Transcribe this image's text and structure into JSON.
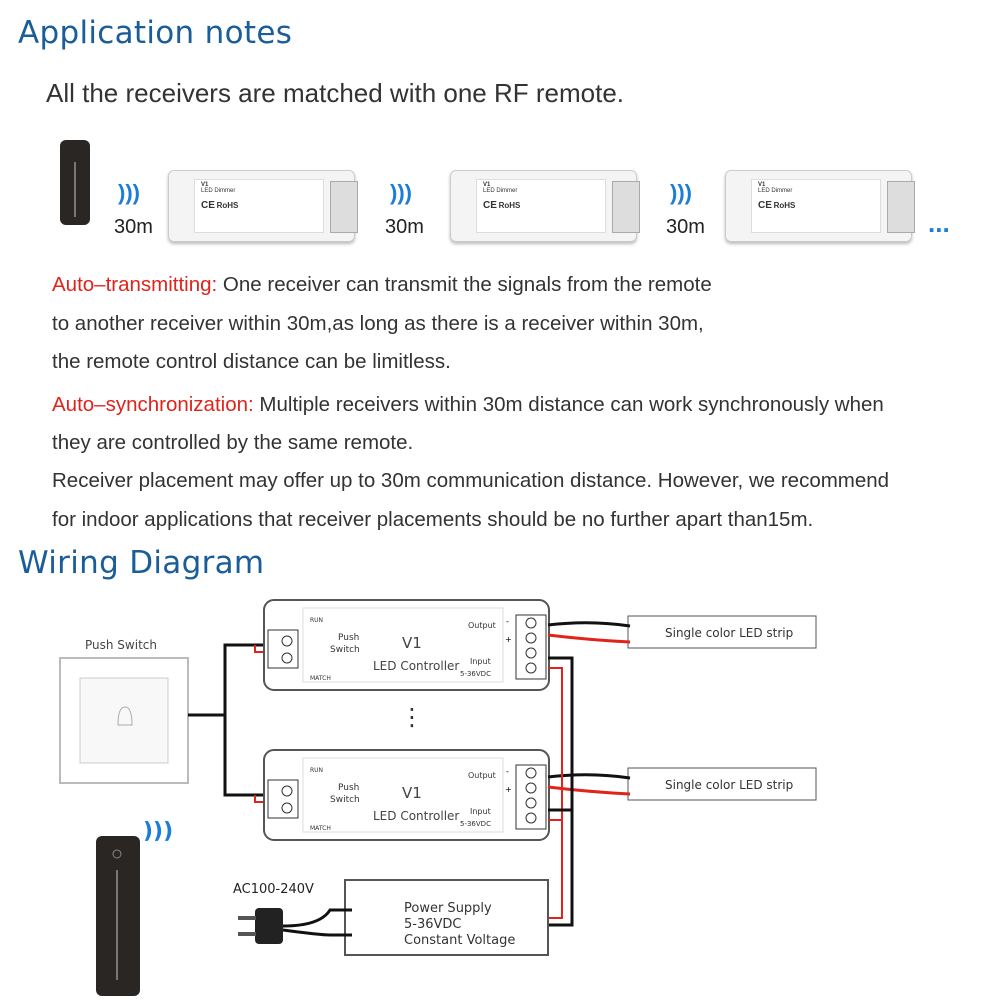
{
  "app_notes": {
    "title": "Application notes",
    "subtitle": "All the receivers are matched with one RF remote.",
    "distance": "30m",
    "more": "...",
    "device": {
      "model": "V1",
      "name": "LED Dimmer",
      "ce": "CE",
      "rohs": "RoHS"
    },
    "paragraphs": [
      {
        "label": "Auto–transmitting:",
        "lines": [
          " One receiver can transmit the signals from the remote",
          "to another receiver within 30m,as long as there is a receiver within 30m,",
          "the remote control distance can be limitless."
        ]
      },
      {
        "label": "Auto–synchronization:",
        "lines": [
          " Multiple receivers within 30m distance can work synchronously when",
          "they are controlled by the same remote."
        ]
      }
    ],
    "notes": [
      "Receiver placement may offer up to 30m communication distance. However, we recommend",
      "for indoor applications that receiver placements should be no further apart than15m."
    ]
  },
  "wiring": {
    "title": "Wiring Diagram",
    "push_switch": "Push Switch",
    "controller": {
      "model": "V1",
      "name": "LED Controller",
      "run": "RUN",
      "match": "MATCH",
      "push": "Push",
      "switch": "Switch",
      "output": "Output",
      "input": "Input",
      "voltage": "5-36VDC",
      "minus": "-",
      "plus": "+"
    },
    "strip": "Single color LED strip",
    "dots": "⋮",
    "ac": "AC100-240V",
    "power_supply": [
      "Power Supply",
      "5-36VDC",
      "Constant Voltage"
    ]
  },
  "colors": {
    "title": "#1a5d98",
    "label_red": "#e0231b",
    "wire_red": "#e0231b",
    "wire_black": "#111111",
    "signal": "#1a7dd6"
  }
}
